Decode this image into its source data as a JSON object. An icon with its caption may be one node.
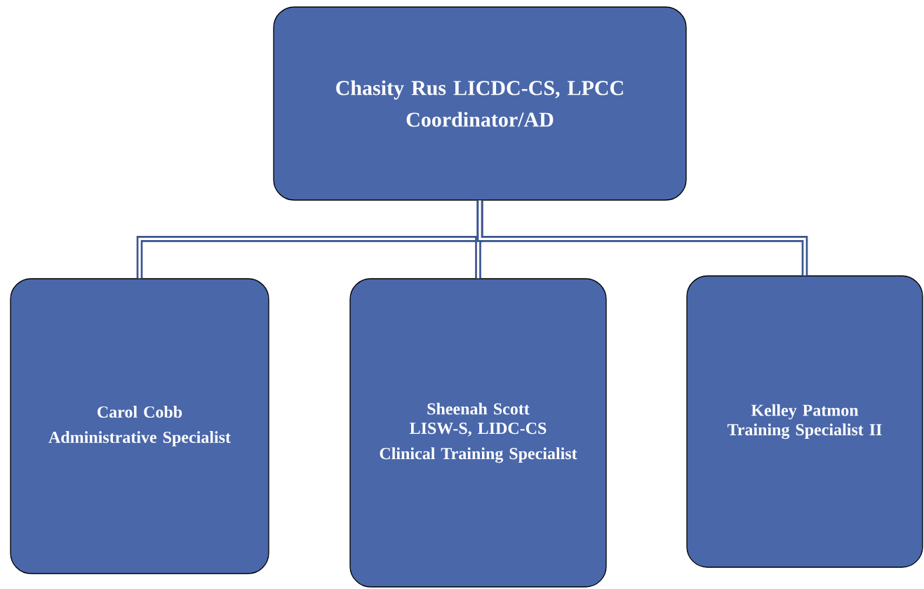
{
  "diagram": {
    "nodes": [
      {
        "text": [
          "Chasity Rus LICDC-CS, LPCC",
          "Coordinator/AD"
        ]
      },
      {
        "text": [
          "Carol Cobb",
          "Administrative Specialist"
        ]
      },
      {
        "text": [
          "Sheenah Scott LISW-S, LIDC-CS",
          "Clinical Training Specialist"
        ]
      },
      {
        "text": [
          "Kelley Patmon Training Specialist II"
        ]
      }
    ],
    "edges": [
      {
        "from": 0,
        "to": 1,
        "arrow": "none"
      },
      {
        "from": 0,
        "to": 2,
        "arrow": "none"
      },
      {
        "from": 0,
        "to": 3,
        "arrow": "none"
      }
    ]
  }
}
